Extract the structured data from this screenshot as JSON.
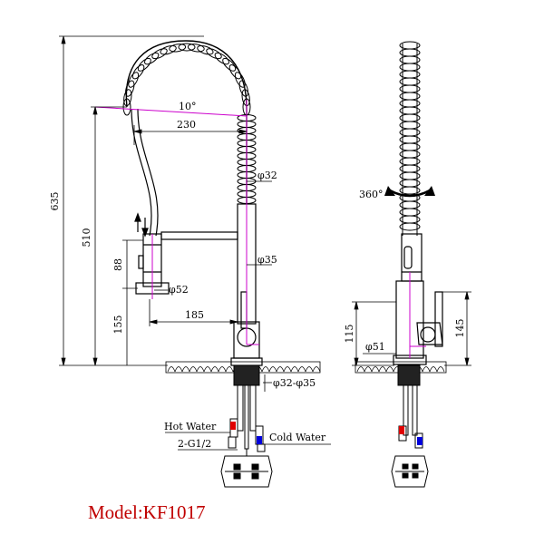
{
  "model": "Model:KF1017",
  "dimensions": {
    "d635": "635",
    "d510": "510",
    "d88": "88",
    "d155": "155",
    "d10deg": "10°",
    "d230": "230",
    "d32": "φ32",
    "d35": "φ35",
    "d52": "φ52",
    "d185": "185",
    "d32_35": "φ32-φ35",
    "d115": "115",
    "d145": "145",
    "d51": "φ51",
    "d360": "360°"
  },
  "labels": {
    "hot_water": "Hot Water",
    "cold_water": "Cold Water",
    "thread": "2-G1/2"
  },
  "colors": {
    "line": "#000000",
    "centerline": "#cc00cc",
    "hot": "#e00000",
    "cold": "#0000dd",
    "model_text": "#c00000"
  }
}
